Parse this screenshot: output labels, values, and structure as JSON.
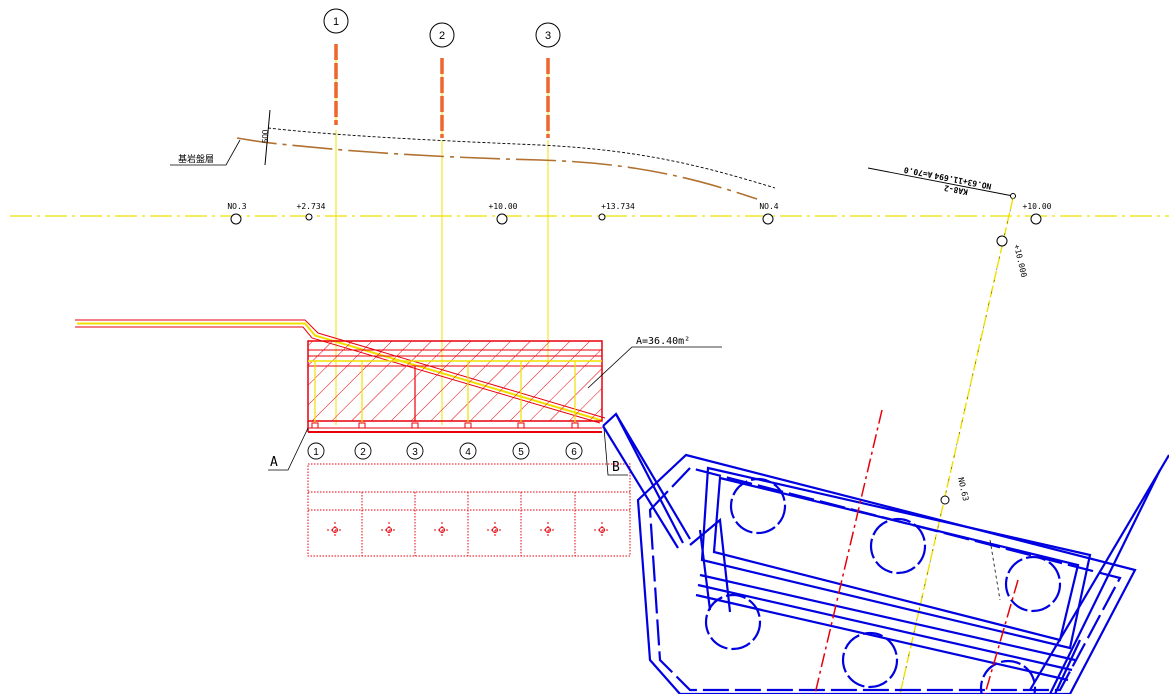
{
  "diagram": {
    "grid_markers": [
      "1",
      "2",
      "3"
    ],
    "layer_label": "基岩盤層",
    "offset_label": "500",
    "stations": [
      "NO.3",
      "+2.734",
      "+10.00",
      "+13.734",
      "NO.4",
      "+10.00"
    ],
    "curve_text_1": "KA8-2",
    "curve_text_2": "NO.63+11.694",
    "curve_text_3": "A=70.0",
    "side_station_1": "+10.000",
    "side_station_2": "NO.63",
    "area_label": "A=36.40m²",
    "pile_numbers": [
      "1",
      "2",
      "3",
      "4",
      "5",
      "6"
    ],
    "point_a": "A",
    "point_b": "B"
  },
  "colors": {
    "centerline": "#f0e000",
    "structure": "#e8000b",
    "bridge": "#0000e0",
    "ground": "#b07030"
  }
}
